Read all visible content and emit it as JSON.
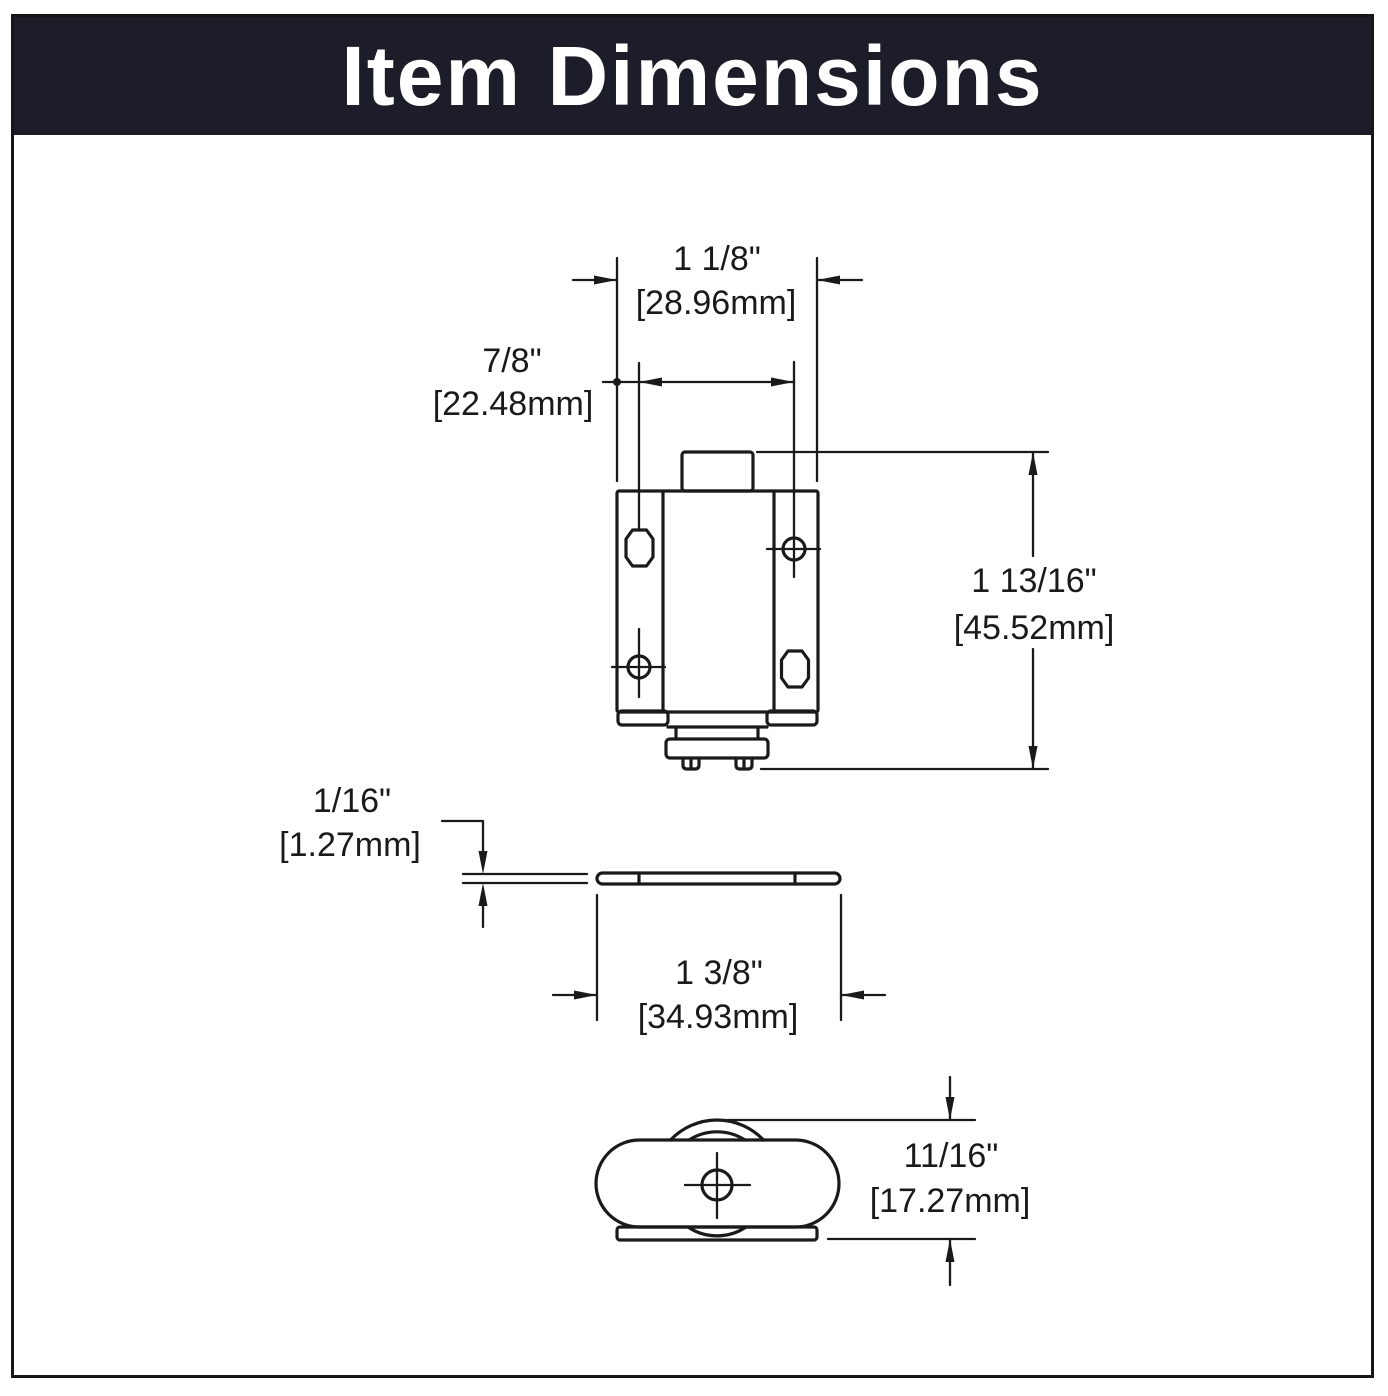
{
  "header": {
    "title": "Item Dimensions",
    "bg_color": "#1c1d28",
    "text_color": "#ffffff"
  },
  "drawing": {
    "line_color": "#1a1a1a",
    "views": [
      "front-view",
      "plate-edge-view",
      "bottom-view"
    ],
    "dimensions": {
      "top_width": {
        "inches": "1 1/8\"",
        "mm": "[28.96mm]"
      },
      "hole_spacing": {
        "inches": "7/8\"",
        "mm": "[22.48mm]"
      },
      "height": {
        "inches": "1 13/16\"",
        "mm": "[45.52mm]"
      },
      "plate_thickness": {
        "inches": "1/16\"",
        "mm": "[1.27mm]"
      },
      "plate_width": {
        "inches": "1 3/8\"",
        "mm": "[34.93mm]"
      },
      "depth": {
        "inches": "11/16\"",
        "mm": "[17.27mm]"
      }
    }
  }
}
